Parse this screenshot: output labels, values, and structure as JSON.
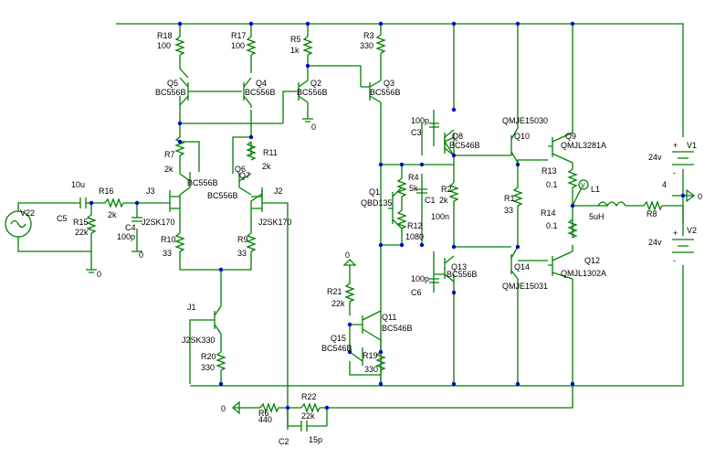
{
  "labels": {
    "R18": "R18",
    "R18v": "100",
    "R17": "R17",
    "R17v": "100",
    "R5": "R5",
    "R5v": "1k",
    "R3": "R3",
    "R3v": "330",
    "Q5": "Q5",
    "Q5t": "BC556B",
    "Q4": "Q4",
    "Q4t": "BC556B",
    "Q2": "Q2",
    "Q2t": "BC556B",
    "Q3": "Q3",
    "Q3t": "BC556B",
    "gnd0a": "0",
    "C3v": "100p",
    "C3": "C3",
    "Q8": "Q8",
    "Q8t": "BC546B",
    "Q10t": "QMJE15030",
    "Q10": "Q10",
    "Q9": "Q9",
    "Q9t": "QMJL3281A",
    "V1": "V1",
    "V1v": "24v",
    "R7": "R7",
    "R7v": "2k",
    "R11": "R11",
    "R11v": "2k",
    "Q6": "Q6",
    "Q6t": "BC556B",
    "Q7": "Q7",
    "Q7t": "BC556B",
    "Q1": "Q1",
    "Q1t": "QBD135",
    "R4": "R4",
    "R4v": "5k",
    "R2": "R2",
    "R2v": "2k",
    "R1": "R1",
    "R1v": "33",
    "R13": "R13",
    "R13v": "0.1",
    "L1": "L1",
    "L1v": "5uH",
    "R8": "R8",
    "R8v": "4",
    "gnd0b": "0",
    "C5v": "10u",
    "R16": "R16",
    "R16v": "2k",
    "J3": "J3",
    "J2": "J2",
    "V22": "V22",
    "C5": "C5",
    "R15": "R15",
    "R15v": "22k",
    "C4": "C4",
    "C4v": "100p",
    "gnd0c": "0",
    "J3t": "J2SK170",
    "J2t": "J2SK170",
    "R12": "R12",
    "R12v": "1080",
    "C1": "C1",
    "C1v": "100n",
    "R14": "R14",
    "R14v": "0.1",
    "V2": "V2",
    "V2v": "24v",
    "R10": "R10",
    "R10v": "33",
    "R9": "R9",
    "R9v": "33",
    "gnd0d": "0",
    "gnd0e": "0",
    "Q13": "Q13",
    "Q13t": "BC556B",
    "Q14": "Q14",
    "Q12": "Q12",
    "Q12t": "QMJL1302A",
    "C6v": "100p",
    "C6": "C6",
    "Q14t": "QMJE15031",
    "R21": "R21",
    "R21v": "22k",
    "J1": "J1",
    "Q11": "Q11",
    "Q11t": "BC546B",
    "Q15": "Q15",
    "Q15t": "BC546B",
    "J1t": "J2SK330",
    "R19": "R19",
    "R19v": "330",
    "R20": "R20",
    "R20v": "330",
    "gnd0f": "0",
    "R6": "R6",
    "R6v": "440",
    "R22": "R22",
    "R22v": "22k",
    "C2": "C2",
    "C2v": "15p",
    "plus": "+",
    "minus": "-",
    "probe": "V"
  }
}
